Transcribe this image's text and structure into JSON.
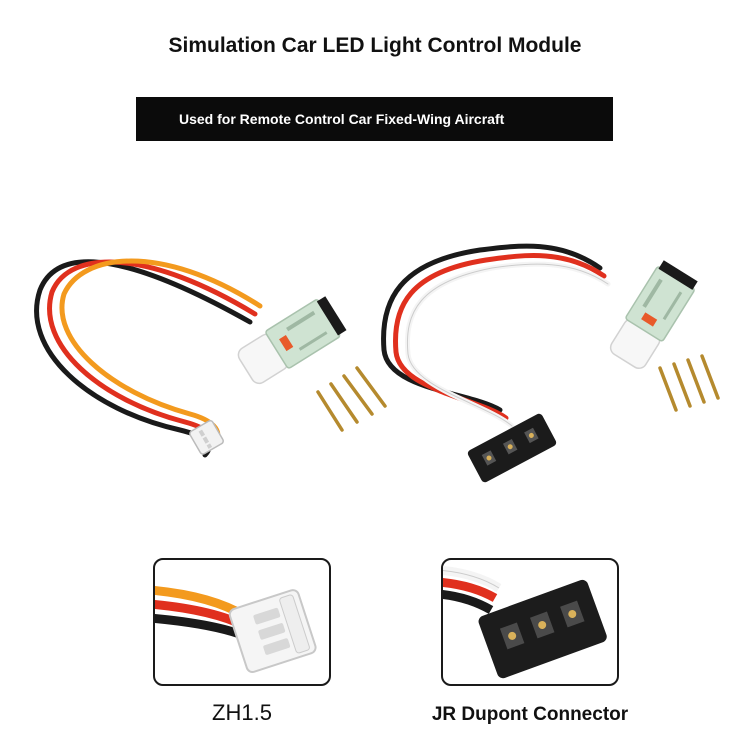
{
  "title": "Simulation Car LED Light Control Module",
  "banner": "Used for Remote Control Car Fixed-Wing Aircraft",
  "captions": {
    "left": "ZH1.5",
    "right": "JR Dupont Connector"
  },
  "colors": {
    "wire_black": "#1a1a1a",
    "wire_red": "#e0301e",
    "wire_orange": "#f39a1e",
    "wire_white": "#f4f4f4",
    "banner_bg": "#0b0b0b",
    "pcb_green": "#cfe3d2"
  }
}
